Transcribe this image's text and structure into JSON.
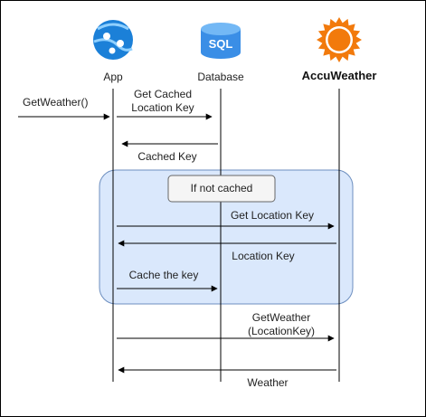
{
  "participants": {
    "app": {
      "label": "App",
      "icon": "azure-web-app-icon"
    },
    "database": {
      "label": "Database",
      "icon": "sql-database-icon",
      "badge_text": "SQL"
    },
    "accuweather": {
      "label": "AccuWeather",
      "icon": "accuweather-sun-icon"
    }
  },
  "messages": {
    "get_weather_call": "GetWeather()",
    "get_cached_key_line1": "Get Cached",
    "get_cached_key_line2": "Location Key",
    "cached_key": "Cached Key",
    "get_location_key": "Get Location Key",
    "location_key": "Location Key",
    "cache_the_key": "Cache the key",
    "get_weather_line1": "GetWeather",
    "get_weather_line2": "(LocationKey)",
    "weather": "Weather"
  },
  "fragment": {
    "label": "If not cached"
  },
  "colors": {
    "fragment_fill": "#dae8fc",
    "fragment_stroke": "#6c8ebf",
    "azure_blue": "#1b80d8",
    "sql_blue": "#3a8ee6",
    "sun_orange": "#f27a0c"
  }
}
